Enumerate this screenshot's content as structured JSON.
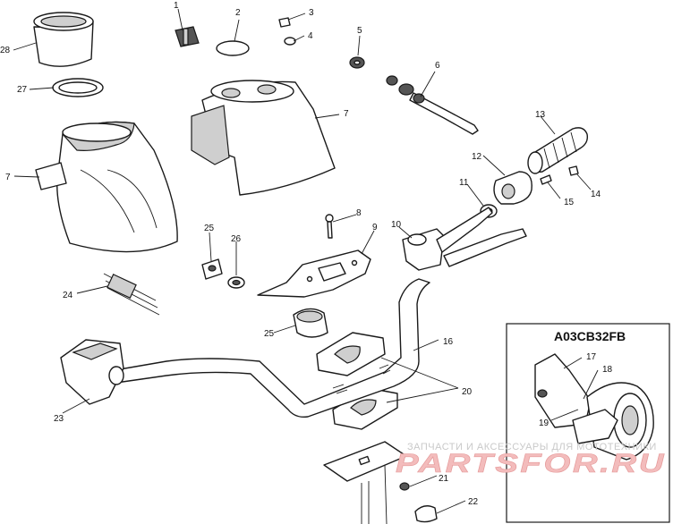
{
  "callouts": [
    {
      "id": "c1",
      "text": "1"
    },
    {
      "id": "c2",
      "text": "2"
    },
    {
      "id": "c3",
      "text": "3"
    },
    {
      "id": "c4",
      "text": "4"
    },
    {
      "id": "c5",
      "text": "5"
    },
    {
      "id": "c6",
      "text": "6"
    },
    {
      "id": "c7a",
      "text": "7"
    },
    {
      "id": "c7b",
      "text": "7"
    },
    {
      "id": "c8",
      "text": "8"
    },
    {
      "id": "c9",
      "text": "9"
    },
    {
      "id": "c10",
      "text": "10"
    },
    {
      "id": "c11",
      "text": "11"
    },
    {
      "id": "c12",
      "text": "12"
    },
    {
      "id": "c13",
      "text": "13"
    },
    {
      "id": "c14",
      "text": "14"
    },
    {
      "id": "c15",
      "text": "15"
    },
    {
      "id": "c16",
      "text": "16"
    },
    {
      "id": "c20",
      "text": "20"
    },
    {
      "id": "c21",
      "text": "21"
    },
    {
      "id": "c22",
      "text": "22"
    },
    {
      "id": "c23",
      "text": "23"
    },
    {
      "id": "c24",
      "text": "24"
    },
    {
      "id": "c25a",
      "text": "25"
    },
    {
      "id": "c25b",
      "text": "25"
    },
    {
      "id": "c26",
      "text": "26"
    },
    {
      "id": "c27",
      "text": "27"
    },
    {
      "id": "c28",
      "text": "28"
    },
    {
      "id": "c17",
      "text": "17"
    },
    {
      "id": "c18",
      "text": "18"
    },
    {
      "id": "c19",
      "text": "19"
    }
  ],
  "inset": {
    "title": "A03CB32FB"
  },
  "watermark": {
    "line1": "ЗАПЧАСТИ И АКСЕССУАРЫ ДЛЯ МОТОТЕХНИКИ",
    "line2": "PARTSFOR.RU"
  }
}
